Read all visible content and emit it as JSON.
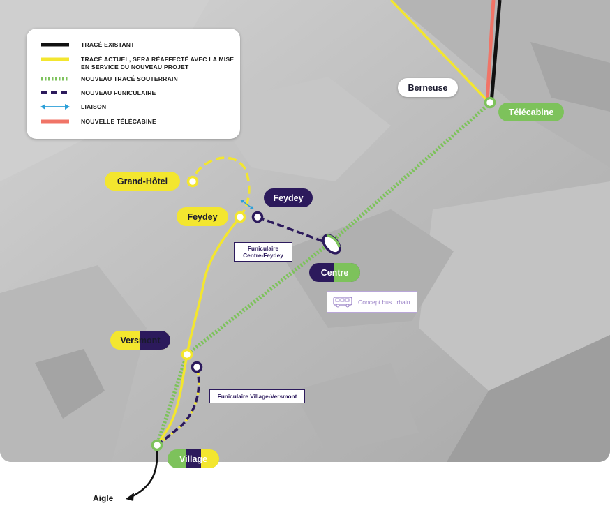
{
  "colors": {
    "existing": "#111111",
    "current": "#f3e62f",
    "underground": "#7dc25b",
    "funicular": "#2c1a5c",
    "link": "#2b9fd8",
    "gondola": "#f07467"
  },
  "legend": {
    "items": [
      {
        "key": "existing",
        "label": "TRACÉ EXISTANT"
      },
      {
        "key": "current",
        "label": "TRACÉ ACTUEL, SERA RÉAFFECTÉ AVEC LA MISE EN SERVICE DU NOUVEAU PROJET"
      },
      {
        "key": "underground",
        "label": "NOUVEAU TRACÉ SOUTERRAIN"
      },
      {
        "key": "funicular",
        "label": "NOUVEAU FUNICULAIRE"
      },
      {
        "key": "link",
        "label": "LIAISON"
      },
      {
        "key": "gondola",
        "label": "NOUVELLE TÉLÉCABINE"
      }
    ]
  },
  "stations": {
    "berneuse": "Berneuse",
    "telecabine": "Télécabine",
    "grand_hotel": "Grand-Hôtel",
    "feydey_yellow": "Feydey",
    "feydey_purple": "Feydey",
    "centre": "Centre",
    "versmont": "Versmont",
    "village": "Village"
  },
  "labels": {
    "funiculaire_centre_feydey_line1": "Funiculaire",
    "funiculaire_centre_feydey_line2": "Centre-Feydey",
    "funiculaire_village_versmont": "Funiculaire Village-Versmont",
    "concept_bus": "Concept bus urbain",
    "aigle": "Aigle"
  }
}
